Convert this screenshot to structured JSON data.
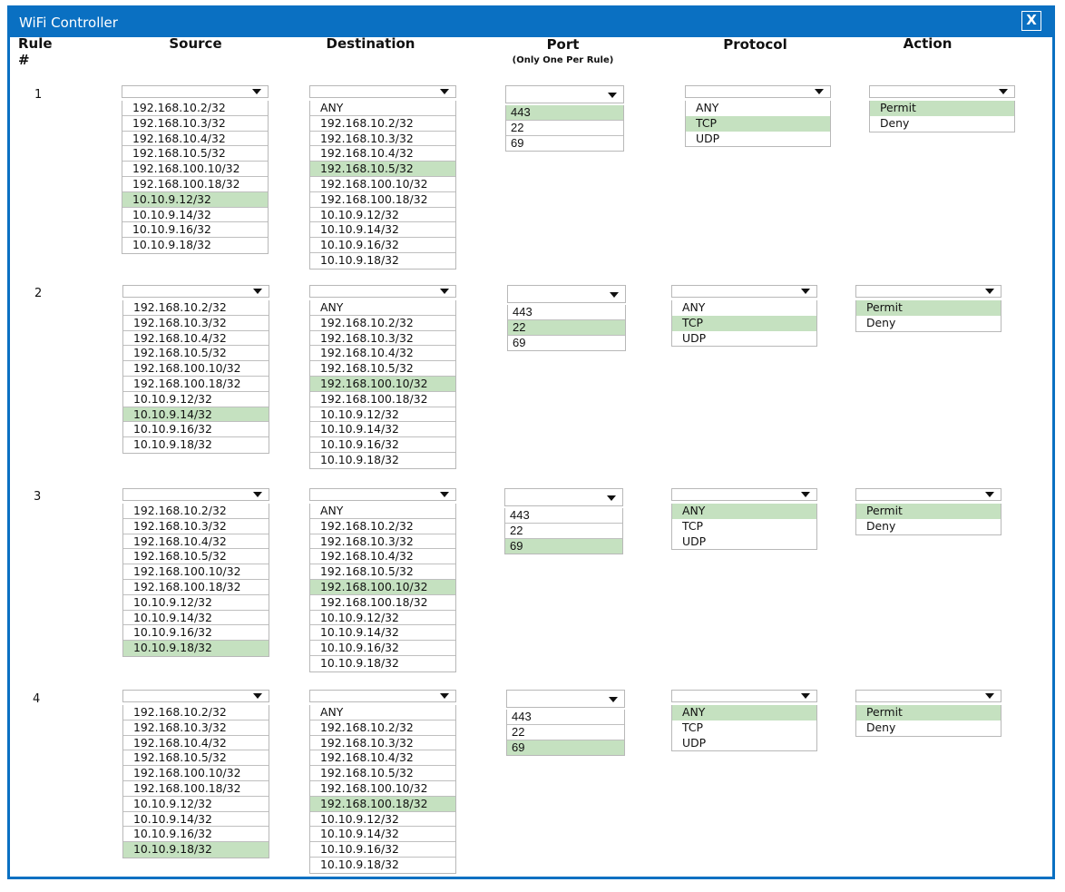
{
  "window": {
    "title": "WiFi Controller",
    "close_label": "X"
  },
  "headers": {
    "rule": "Rule #",
    "source": "Source",
    "destination": "Destination",
    "port": "Port",
    "port_note": "(Only One Per Rule)",
    "protocol": "Protocol",
    "action": "Action"
  },
  "colors": {
    "titlebar": "#0a70c2",
    "selected_option": "#c5e1c0"
  },
  "source_options": [
    "192.168.10.2/32",
    "192.168.10.3/32",
    "192.168.10.4/32",
    "192.168.10.5/32",
    "192.168.100.10/32",
    "192.168.100.18/32",
    "10.10.9.12/32",
    "10.10.9.14/32",
    "10.10.9.16/32",
    "10.10.9.18/32"
  ],
  "destination_options": [
    "ANY",
    "192.168.10.2/32",
    "192.168.10.3/32",
    "192.168.10.4/32",
    "192.168.10.5/32",
    "192.168.100.10/32",
    "192.168.100.18/32",
    "10.10.9.12/32",
    "10.10.9.14/32",
    "10.10.9.16/32",
    "10.10.9.18/32"
  ],
  "port_options": [
    "443",
    "22",
    "69"
  ],
  "protocol_options": [
    "ANY",
    "TCP",
    "UDP"
  ],
  "action_options": [
    "Permit",
    "Deny"
  ],
  "rules": [
    {
      "number": "1",
      "source_selected": "10.10.9.12/32",
      "destination_selected": "192.168.10.5/32",
      "port_selected": "443",
      "protocol_selected": "TCP",
      "action_selected": "Permit"
    },
    {
      "number": "2",
      "source_selected": "10.10.9.14/32",
      "destination_selected": "192.168.100.10/32",
      "port_selected": "22",
      "protocol_selected": "TCP",
      "action_selected": "Permit"
    },
    {
      "number": "3",
      "source_selected": "10.10.9.18/32",
      "destination_selected": "192.168.100.10/32",
      "port_selected": "69",
      "protocol_selected": "ANY",
      "action_selected": "Permit"
    },
    {
      "number": "4",
      "source_selected": "10.10.9.18/32",
      "destination_selected": "192.168.100.18/32",
      "port_selected": "69",
      "protocol_selected": "ANY",
      "action_selected": "Permit"
    }
  ]
}
